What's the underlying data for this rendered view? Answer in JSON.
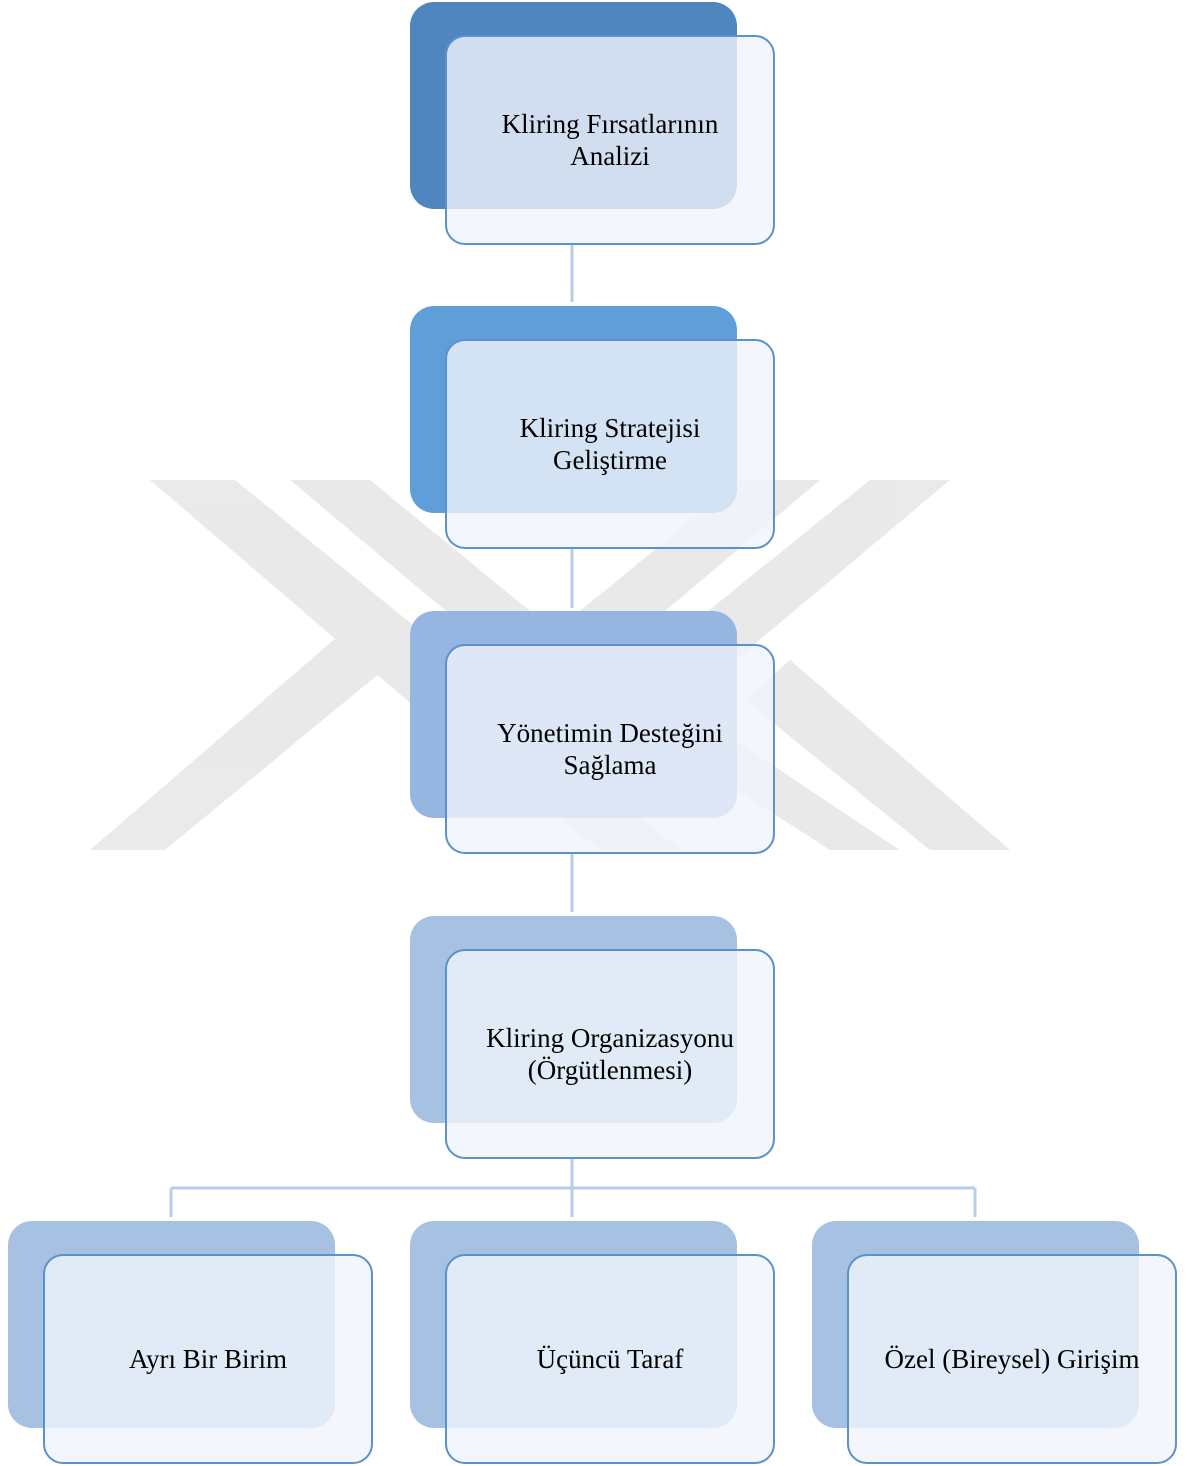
{
  "diagram": {
    "nodes": [
      {
        "id": "n1",
        "label": "Kliring Fırsatlarının\nAnaliz i",
        "back_color": "#4f86c0"
      },
      {
        "id": "n2",
        "label": "Kliring Stratejisi\nGeliştirme",
        "back_color": "#5f9ed8"
      },
      {
        "id": "n3",
        "label": "Yönetimin Desteğini\nSağlama",
        "back_color": "#95b6e0"
      },
      {
        "id": "n4",
        "label": "Kliring Organizasyonu\n(Örgütlenmesi)",
        "back_color": "#a7c1e3"
      },
      {
        "id": "n5",
        "label": "Ayrı Bir Birim",
        "back_color": "#a7c1e3"
      },
      {
        "id": "n6",
        "label": "Üçüncü Taraf",
        "back_color": "#a7c1e3"
      },
      {
        "id": "n7",
        "label": "Özel (Bireysel) Girişim",
        "back_color": "#a7c1e3"
      }
    ],
    "edges": [
      {
        "from": "n1",
        "to": "n2"
      },
      {
        "from": "n2",
        "to": "n3"
      },
      {
        "from": "n3",
        "to": "n4"
      },
      {
        "from": "n4",
        "to": "n5"
      },
      {
        "from": "n4",
        "to": "n6"
      },
      {
        "from": "n4",
        "to": "n7"
      }
    ],
    "colors": {
      "connector": "#b7cde9",
      "border": "#5b92c9",
      "watermark": "#e6e6e6"
    }
  }
}
